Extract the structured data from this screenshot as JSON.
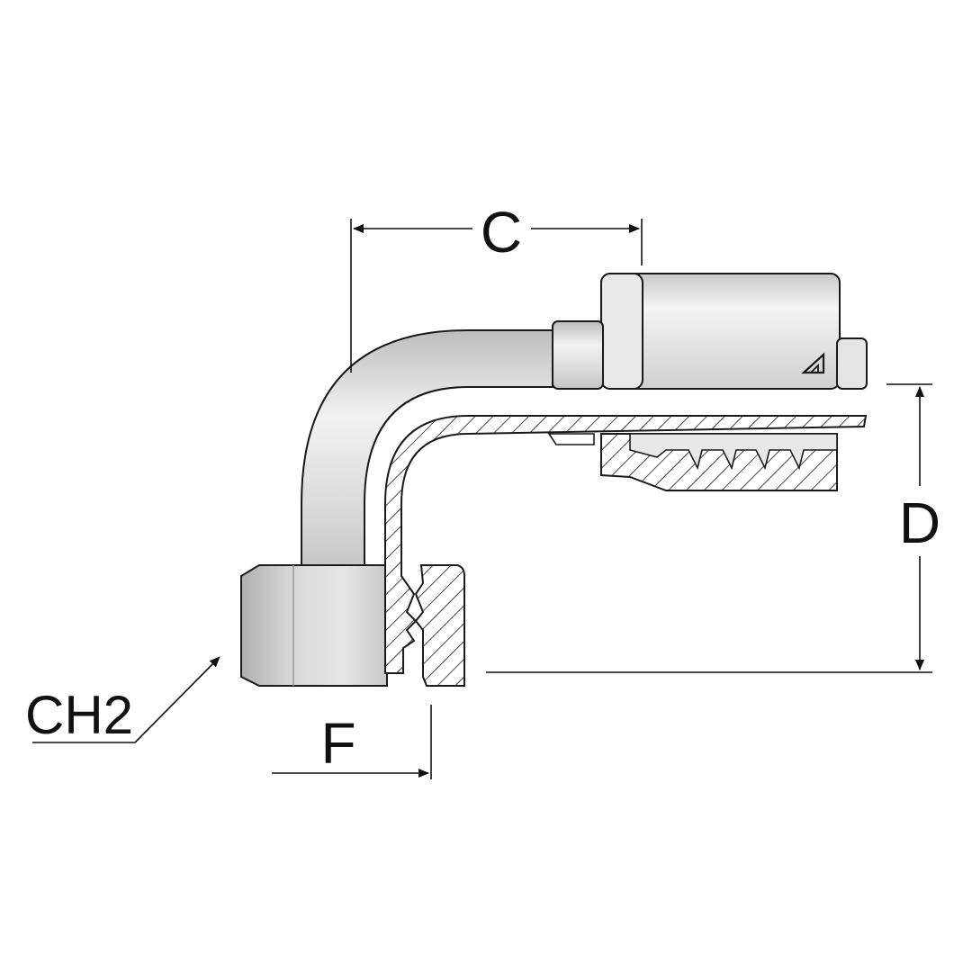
{
  "labels": {
    "dim_c": "C",
    "dim_d": "D",
    "dim_f": "F",
    "dim_ch2": "CH2"
  },
  "colors": {
    "outline": "#1a1a1a",
    "body_light": "#ebebeb",
    "body_mid": "#d4d4d4",
    "body_dark": "#b8b8b8",
    "section_fill": "#ffffff"
  },
  "icons": {
    "brand_mark": "manufacturer-logo-icon"
  }
}
